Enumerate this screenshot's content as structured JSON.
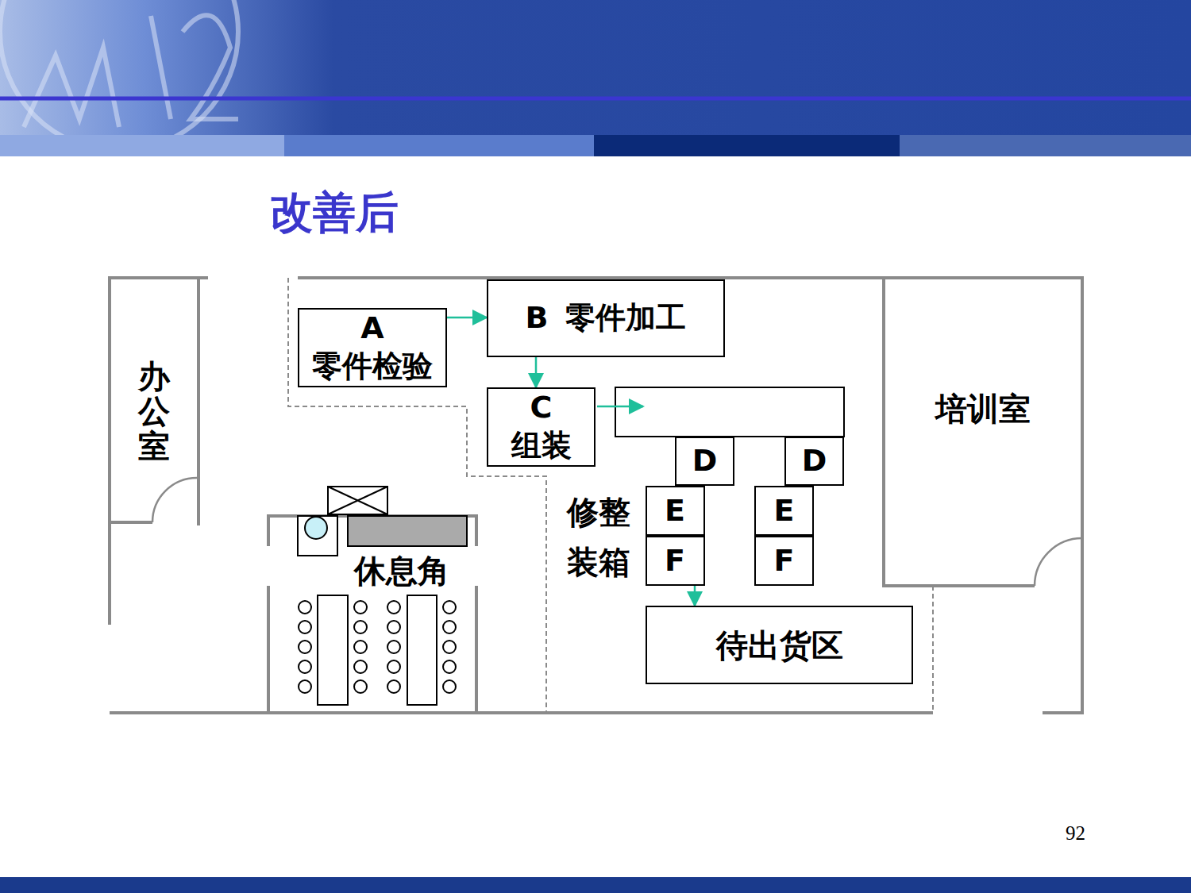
{
  "diagram": {
    "title": "改善后",
    "nodes": [
      {
        "text": [
          "办公室"
        ]
      },
      {
        "text": [
          "A",
          "零件检验"
        ]
      },
      {
        "text": [
          "B",
          "零件加工"
        ]
      },
      {
        "text": [
          "C",
          "组装"
        ]
      },
      {
        "text": [
          "培训室"
        ]
      },
      {
        "text": [
          "D"
        ]
      },
      {
        "text": [
          "D"
        ]
      },
      {
        "text": [
          "E"
        ]
      },
      {
        "text": [
          "E"
        ]
      },
      {
        "text": [
          "F"
        ]
      },
      {
        "text": [
          "F"
        ]
      },
      {
        "text": [
          "待出货区"
        ]
      }
    ],
    "edges": [
      {
        "from": 1,
        "to": 2,
        "arrow": "to"
      },
      {
        "from": 2,
        "to": 3,
        "arrow": "to"
      },
      {
        "from": 7,
        "to": 11,
        "arrow": "to"
      }
    ],
    "labels": [
      "修整",
      "装箱",
      "休息角",
      "92"
    ]
  }
}
